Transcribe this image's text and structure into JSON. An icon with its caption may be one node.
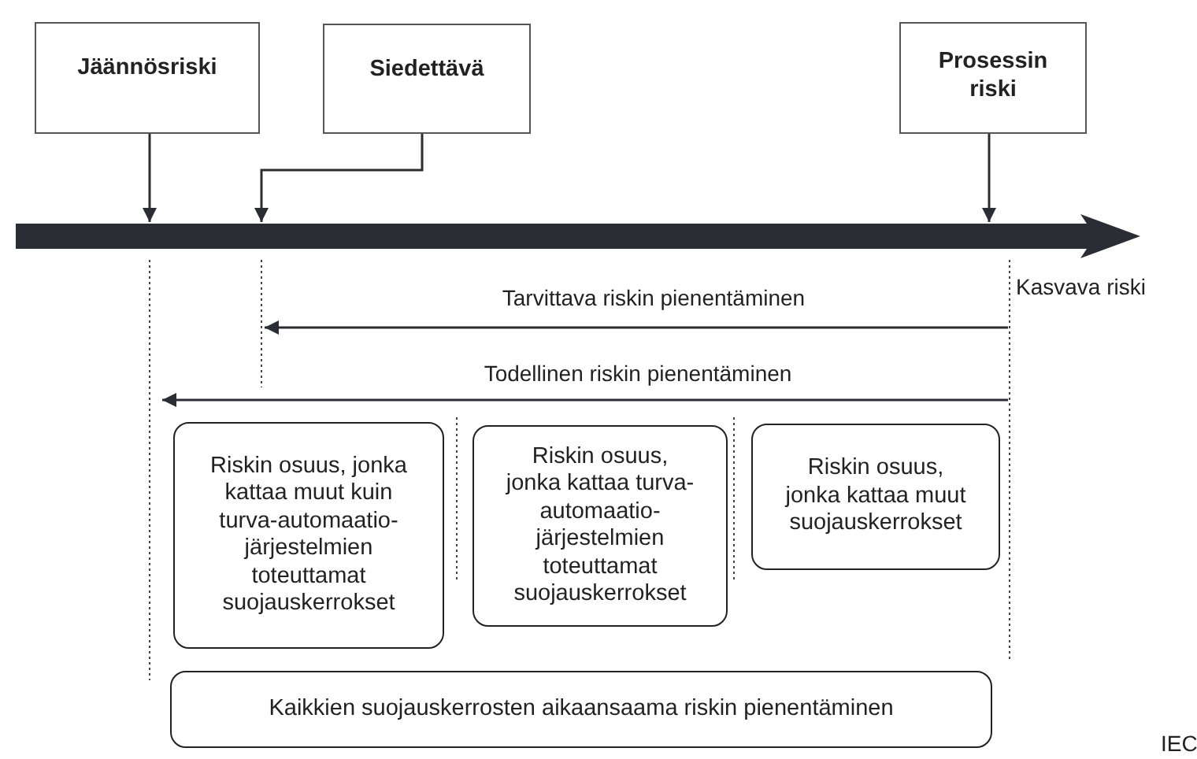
{
  "diagram": {
    "nodes": [
      {
        "text": [
          "Jäännösriski"
        ]
      },
      {
        "text": [
          "Siedettävä"
        ]
      },
      {
        "text": [
          "Prosessin riski"
        ]
      },
      {
        "text": [],
        "shape": "bar",
        "beside": [
          "Kasvava riski"
        ]
      },
      {
        "text": [
          "Riskin osuus, jonka kattaa muut kuin turva-automaatio-järjestelmien toteuttamat suojauskerrokset"
        ]
      },
      {
        "text": [
          "Riskin osuus, jonka kattaa turva-automaatio-järjestelmien toteuttamat suojauskerrokset"
        ]
      },
      {
        "text": [
          "Riskin osuus, jonka kattaa muut suojauskerrokset"
        ]
      },
      {
        "text": [
          "Kaikkien suojauskerrosten aikaansaama riskin pienentäminen"
        ]
      }
    ],
    "edges": [
      {
        "from": 0,
        "to": 3,
        "arrow": "to"
      },
      {
        "from": 1,
        "to": 3,
        "arrow": "to"
      },
      {
        "from": 2,
        "to": 3,
        "arrow": "to"
      }
    ],
    "labels": [
      "Tarvittava riskin pienentäminen",
      "Todellinen riskin pienentäminen",
      "IEC"
    ]
  }
}
